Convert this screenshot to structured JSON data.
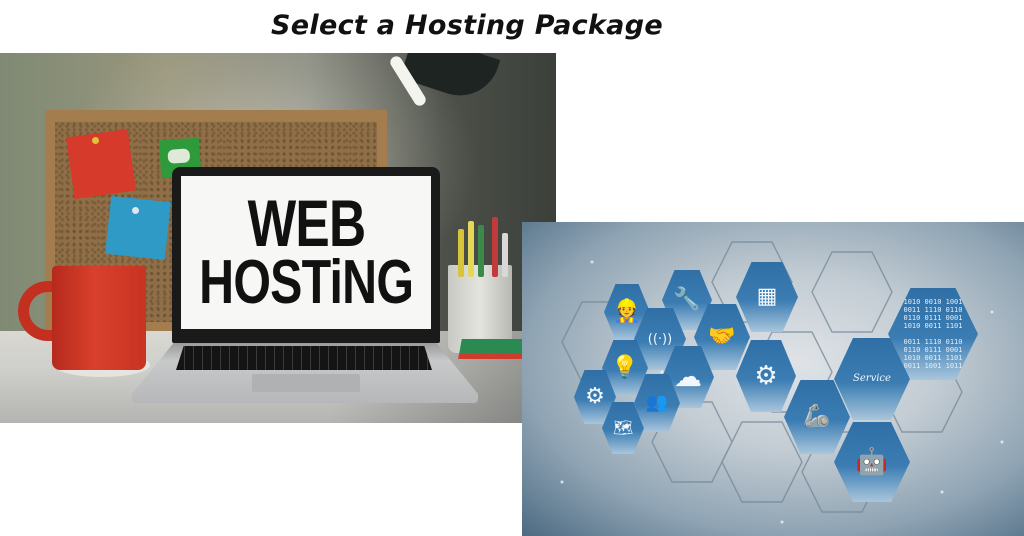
{
  "page": {
    "title": "Select a Hosting Package"
  },
  "left_image": {
    "alt": "Laptop on a desk displaying Web Hosting",
    "screen_text": {
      "line1": "WEB",
      "line2": "HOSTiNG"
    },
    "objects": [
      "desk-lamp",
      "corkboard",
      "red-sticky-note",
      "green-sticky-note",
      "blue-sticky-note",
      "red-mug",
      "coaster",
      "laptop",
      "pen-cup",
      "sticky-note-stack"
    ]
  },
  "right_image": {
    "alt": "Hexagon technology service icons",
    "hexagons": [
      {
        "icon": "worker-icon",
        "glyph": "👷"
      },
      {
        "icon": "tools-icon",
        "glyph": "🔧"
      },
      {
        "icon": "sitemap-icon",
        "glyph": "▦"
      },
      {
        "icon": "wifi-icon",
        "glyph": "((·))"
      },
      {
        "icon": "handshake-icon",
        "glyph": "🤝"
      },
      {
        "icon": "lightbulb-icon",
        "glyph": "💡"
      },
      {
        "icon": "cloud-icon",
        "glyph": "☁"
      },
      {
        "icon": "brain-gears-icon",
        "glyph": "⚙"
      },
      {
        "icon": "gears-icon",
        "glyph": "⚙"
      },
      {
        "icon": "world-map-icon",
        "glyph": "🗺"
      },
      {
        "icon": "people-icon",
        "glyph": "👥"
      },
      {
        "icon": "robot-arm-icon",
        "glyph": "🦾"
      },
      {
        "icon": "service-icon",
        "glyph": "Service"
      },
      {
        "icon": "robot-icon",
        "glyph": "🤖"
      },
      {
        "icon": "binary-icon",
        "glyph": "1010 0010 1001\n0011 1110 0110\n0110 0111 0001\n1010 0011 1101\n\n0011 1110 0110\n0110 0111 0001\n1010 0011 1101\n0011 1001 1011"
      }
    ]
  },
  "colors": {
    "title": "#111111",
    "hex_blue": "#2f6fa6",
    "background": "#ffffff",
    "mug_red": "#d8402c"
  }
}
